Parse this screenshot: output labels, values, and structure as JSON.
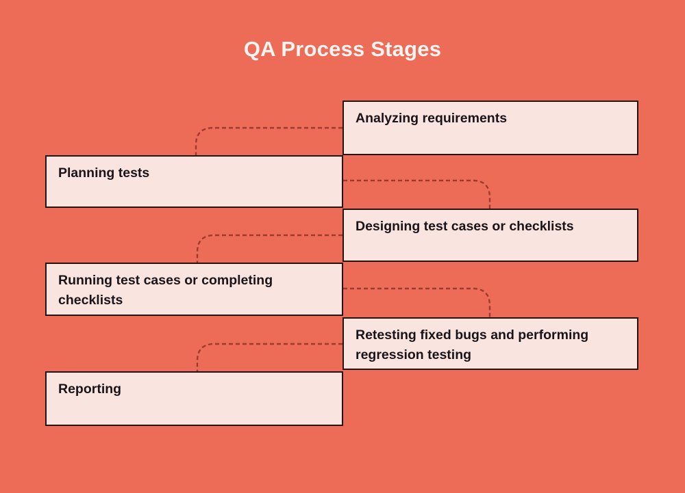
{
  "title": "QA Process Stages",
  "colors": {
    "background": "#ec6c58",
    "box_fill": "#fae4e0",
    "box_border": "#23120d",
    "box_text": "#191419",
    "connector": "#9c3b2b",
    "title_text": "#fdf3f0"
  },
  "stages": [
    {
      "label": "Analyzing requirements",
      "side": "right"
    },
    {
      "label": "Planning tests",
      "side": "left"
    },
    {
      "label": "Designing test cases or checklists",
      "side": "right"
    },
    {
      "label": "Running test cases or completing checklists",
      "side": "left"
    },
    {
      "label": "Retesting fixed bugs and performing regression testing",
      "side": "right"
    },
    {
      "label": "Reporting",
      "side": "left"
    }
  ]
}
